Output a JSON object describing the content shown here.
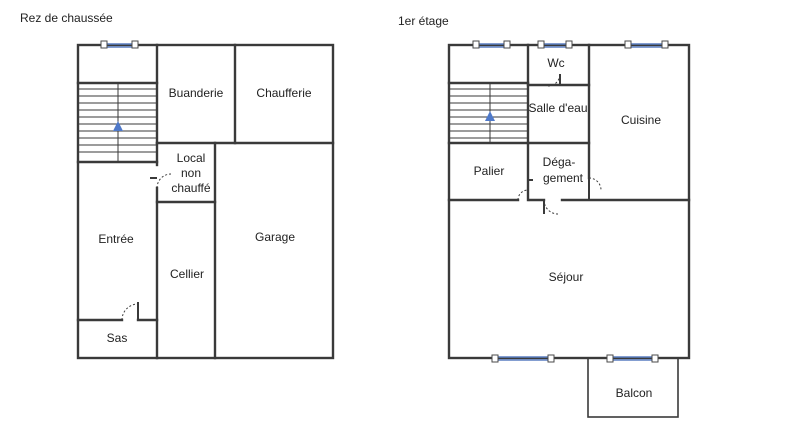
{
  "plans": {
    "ground": {
      "title": "Rez de chaussée",
      "rooms": {
        "buanderie": "Buanderie",
        "chaufferie": "Chaufferie",
        "local_1": "Local",
        "local_2": "non",
        "local_3": "chauffé",
        "entree": "Entrée",
        "cellier": "Cellier",
        "garage": "Garage",
        "sas": "Sas"
      }
    },
    "first": {
      "title": "1er étage",
      "rooms": {
        "wc": "Wc",
        "salle_eau": "Salle d'eau",
        "cuisine": "Cuisine",
        "palier": "Palier",
        "degagement_1": "Déga-",
        "degagement_2": "gement",
        "sejour": "Séjour",
        "balcon": "Balcon"
      }
    }
  },
  "colors": {
    "wall": "#3a3a3a",
    "window": "#5b7fc2",
    "stair_arrow": "#4f79c9"
  }
}
